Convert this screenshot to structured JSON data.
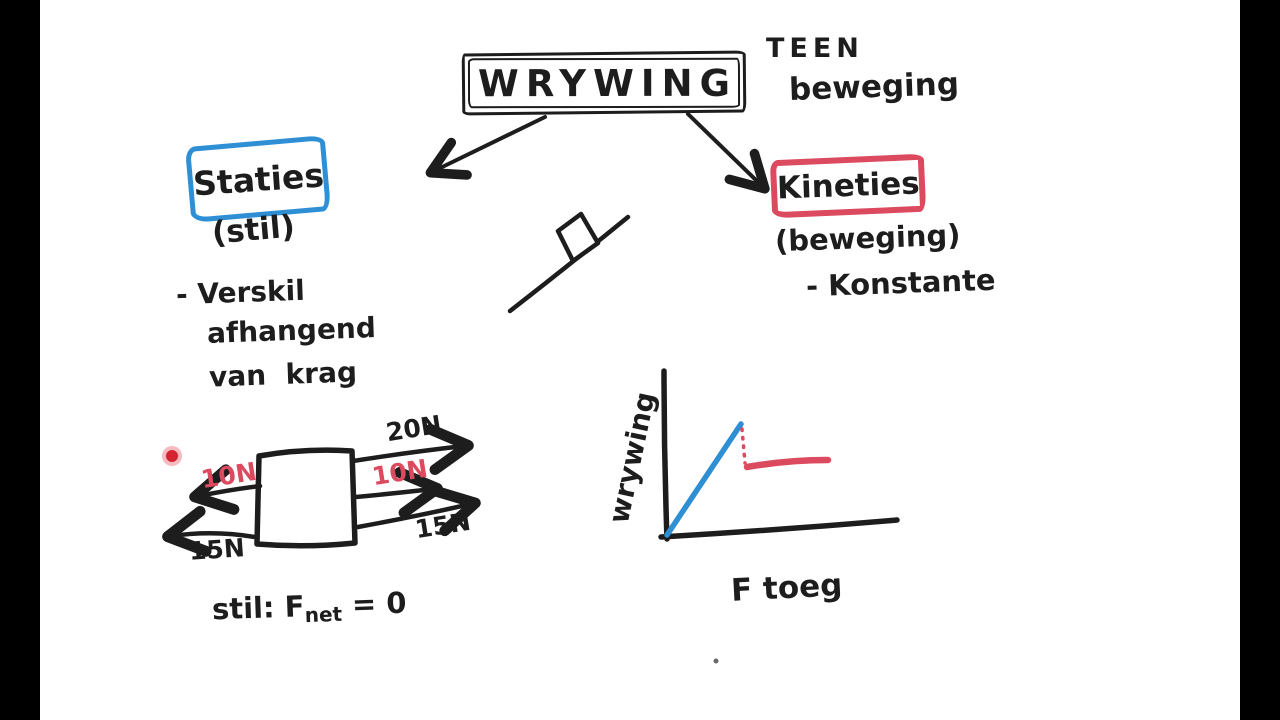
{
  "colors": {
    "ink": "#1d1d1d",
    "blue": "#2e8fd5",
    "red": "#dc4a5f",
    "laser": "#d42432"
  },
  "title": "WRYWING",
  "note_top_right": {
    "line1": "TEEN",
    "line2": "beweging"
  },
  "static_branch": {
    "box_label": "Staties",
    "sub_label": "(stil)",
    "note_line1": "- Verskil",
    "note_line2": "afhangend",
    "note_line3": "van  krag"
  },
  "kinetic_branch": {
    "box_label": "Kineties",
    "sub_label": "(beweging)",
    "note": "- Konstante"
  },
  "force_diagram": {
    "force_top_right": "20N",
    "force_mid_left": "10N",
    "force_mid_right": "10N",
    "force_bottom_left": "15N",
    "force_bottom_right": "15N",
    "equation": {
      "pre": "stil: F",
      "sub": "net",
      "post": " = 0"
    }
  },
  "graph": {
    "y_label": "wrywing",
    "x_label": "F toeg",
    "series": [
      {
        "name": "statiese wrywing",
        "color": "#2e8fd5",
        "shape": "line rising from origin to static peak"
      },
      {
        "name": "kinetiese wrywing",
        "color": "#dc4a5f",
        "shape": "constant line below static peak after dotted drop"
      }
    ]
  }
}
